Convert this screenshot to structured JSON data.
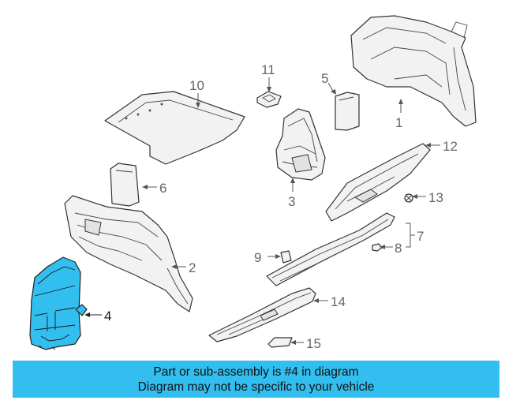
{
  "diagram": {
    "callouts": [
      {
        "id": "1",
        "label": "1",
        "highlighted": false
      },
      {
        "id": "2",
        "label": "2",
        "highlighted": false
      },
      {
        "id": "3",
        "label": "3",
        "highlighted": false
      },
      {
        "id": "4",
        "label": "4",
        "highlighted": true
      },
      {
        "id": "5",
        "label": "5",
        "highlighted": false
      },
      {
        "id": "6",
        "label": "6",
        "highlighted": false
      },
      {
        "id": "7",
        "label": "7",
        "highlighted": false
      },
      {
        "id": "8",
        "label": "8",
        "highlighted": false
      },
      {
        "id": "9",
        "label": "9",
        "highlighted": false
      },
      {
        "id": "10",
        "label": "10",
        "highlighted": false
      },
      {
        "id": "11",
        "label": "11",
        "highlighted": false
      },
      {
        "id": "12",
        "label": "12",
        "highlighted": false
      },
      {
        "id": "13",
        "label": "13",
        "highlighted": false
      },
      {
        "id": "14",
        "label": "14",
        "highlighted": false
      },
      {
        "id": "15",
        "label": "15",
        "highlighted": false
      }
    ],
    "highlight_color": "#33bef0"
  },
  "banner": {
    "line1": "Part or sub-assembly is #4 in diagram",
    "line2": "Diagram may not be specific to your vehicle",
    "background": "#33bef0"
  }
}
